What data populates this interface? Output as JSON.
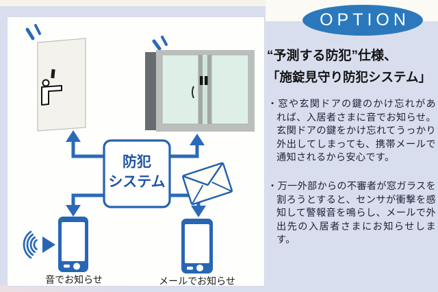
{
  "badge": {
    "label": "OPTION",
    "bg_color": "#2b79bc",
    "text_color": "#ffffff"
  },
  "headline": {
    "line1": "“予測する防犯”仕様、",
    "line2": "「施錠見守り防犯システム」"
  },
  "body": {
    "paragraphs": [
      {
        "text": "・窓や玄関ドアの鍵のかけ忘れがあれば、入居者さまに音でお知らせ。玄関ドアの鍵をかけ忘れてうっかり外出してしまっても、携帯メールで通知されるから安心です。"
      },
      {
        "text": "・万一外部からの不審者が窓ガラスを割ろうとすると、センサが衝撃を感知して警報音を鳴らし、メールで外出先の入居者さまにお知らせします。"
      }
    ]
  },
  "diagram": {
    "system_box": {
      "line1": "防犯",
      "line2": "システム"
    },
    "phone_sound_label": "音でお知らせ",
    "phone_mail_label": "メールでお知らせ",
    "icons": {
      "door": "door-icon",
      "window": "window-icon",
      "alert_marks": "alert-marks-icon",
      "envelope": "mail-envelope-icon",
      "smartphone": "smartphone-icon",
      "speaker": "speaker-icon",
      "sound_waves": "sound-waves-icon",
      "arrow": "arrow-icon"
    },
    "colors": {
      "diagram_blue": "#2a6ab8",
      "box_border_blue": "#2562ae",
      "box_text_blue": "#1d54a6",
      "glass_green": "#ddefe6",
      "frame_gray": "#babebc",
      "page_bg": "#d9deee",
      "panel_bg": "#fefefc"
    }
  }
}
